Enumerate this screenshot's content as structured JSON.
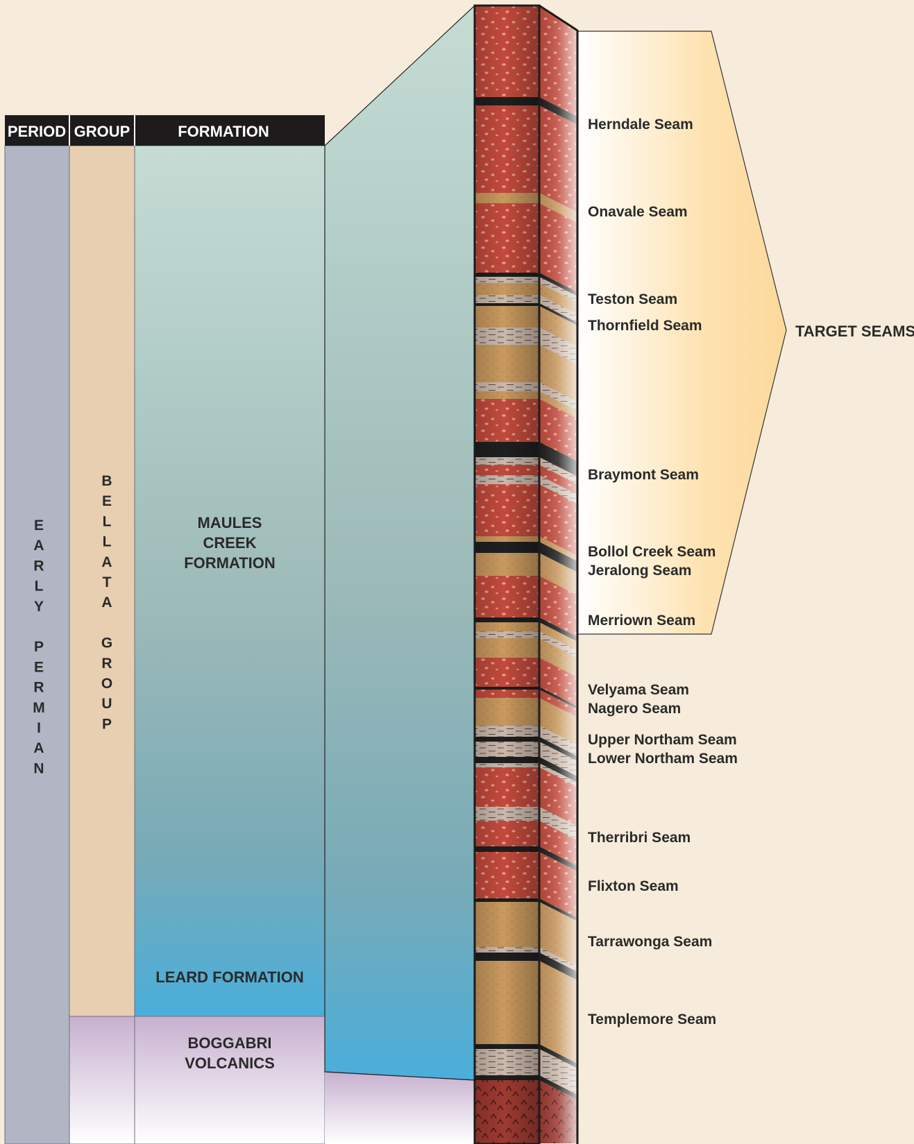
{
  "header": {
    "period": "PERIOD",
    "group": "GROUP",
    "formation": "FORMATION"
  },
  "period_label": "EARLY PERMIAN",
  "group_label": "BELLATA GROUP",
  "formations": {
    "maules_line1": "MAULES",
    "maules_line2": "CREEK",
    "maules_line3": "FORMATION",
    "leard": "LEARD FORMATION",
    "boggabri_line1": "BOGGABRI",
    "boggabri_line2": "VOLCANICS"
  },
  "target_label": "TARGET SEAMS",
  "seams": [
    "Herndale Seam",
    "Onavale Seam",
    "Teston Seam",
    "Thornfield Seam",
    "Braymont Seam",
    "Bollol Creek Seam",
    "Jeralong Seam",
    "Merriown Seam",
    "Velyama Seam",
    "Nagero Seam",
    "Upper Northam Seam",
    "Lower Northam Seam",
    "Therribri Seam",
    "Flixton Seam",
    "Tarrawonga Seam",
    "Templemore Seam"
  ],
  "colors": {
    "background": "#f7ecdb",
    "header": "#1d1b1c",
    "period_column": "#b1b5c4",
    "group_column": "#e8cfb1",
    "formation_top": "#c4dbd3",
    "formation_bottom": "#4faed8",
    "volcanics": "#c9b4cf",
    "conglomerate": "#c24a3c",
    "sandstone": "#c9995f",
    "siltstone": "#cbb9ac",
    "coal": "#1f1f1f",
    "target_fill": "#fde2ad"
  }
}
